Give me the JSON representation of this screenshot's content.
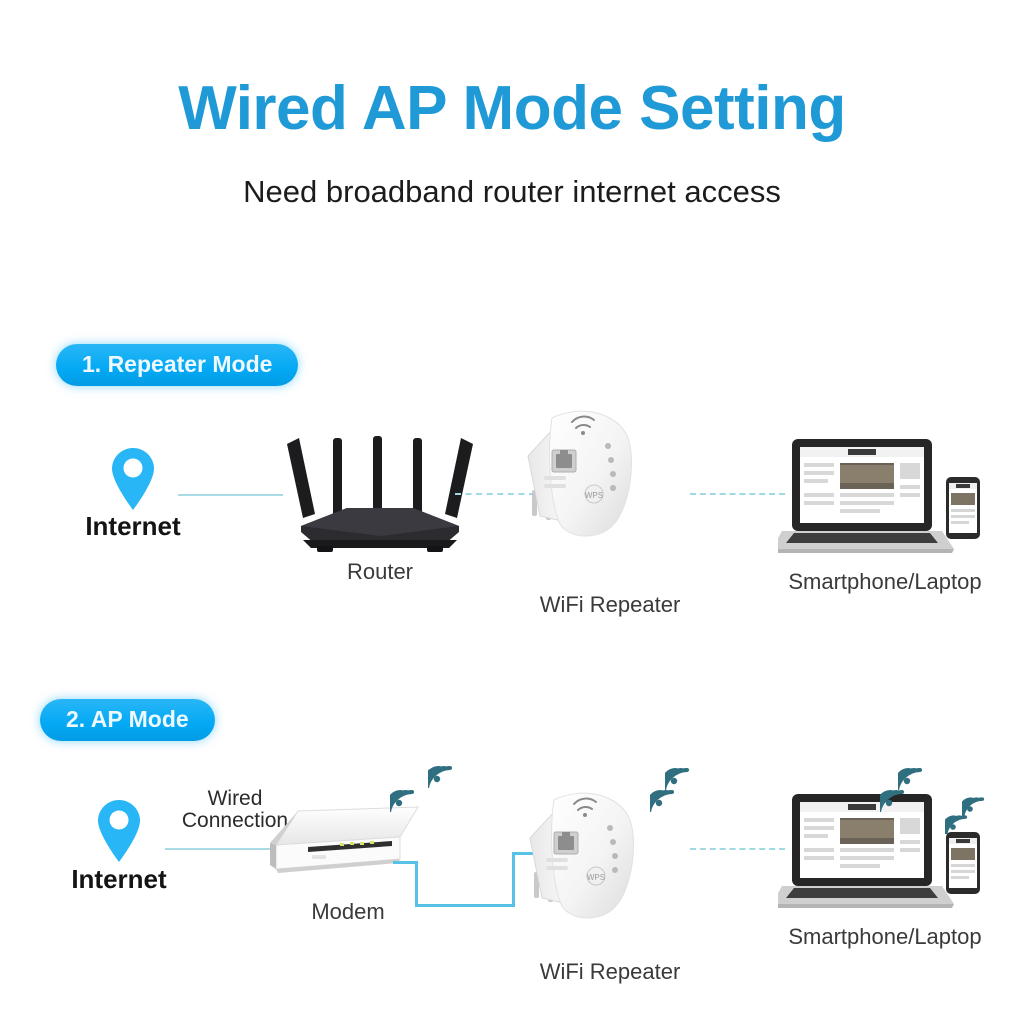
{
  "header": {
    "title": "Wired AP Mode Setting",
    "subtitle": "Need broadband router internet access",
    "title_color": "#1f9ad6"
  },
  "theme": {
    "accent_blue": "#1f9ad6",
    "badge_blue": "#29b6f6",
    "cable_cyan": "#56c2e8",
    "dashed_line": "#9fd9e4",
    "pin_blue": "#29b6f6",
    "wifi_arc": "#2f6f80"
  },
  "sections": [
    {
      "id": "repeater-mode",
      "badge": "1. Repeater Mode",
      "nodes": {
        "internet": "Internet",
        "router": "Router",
        "repeater": "WiFi Repeater",
        "devices": "Smartphone/Laptop"
      }
    },
    {
      "id": "ap-mode",
      "badge": "2. AP Mode",
      "nodes": {
        "internet": "Internet",
        "wired_line1": "Wired",
        "wired_line2": "Connection",
        "modem": "Modem",
        "repeater": "WiFi Repeater",
        "devices": "Smartphone/Laptop"
      }
    }
  ]
}
